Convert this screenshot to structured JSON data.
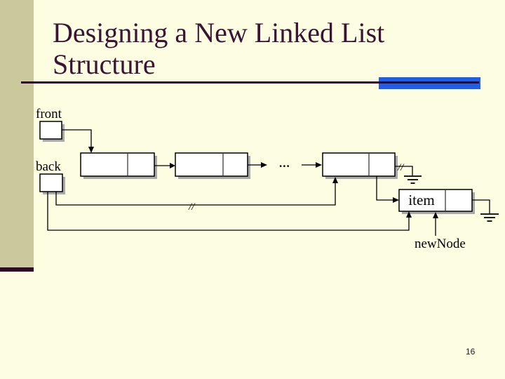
{
  "slide": {
    "title_line1": "Designing a New Linked List",
    "title_line2": "Structure",
    "page_number": "16"
  },
  "diagram": {
    "front_label": "front",
    "back_label": "back",
    "item_label": "item",
    "newnode_label": "newNode",
    "ellipsis": "...",
    "break_mark_old_back_link": "//",
    "break_mark_old_null_link": "//"
  },
  "colors": {
    "background": "#fdfde1",
    "sidebar": "#c9c99c",
    "title_text": "#3b1334",
    "rule": "#2f082b",
    "accent_blue": "#1f5fe8",
    "shadow": "#a9a9a9",
    "box_fill": "#ffffff",
    "line": "#000000",
    "page_number_color": "#222222"
  }
}
